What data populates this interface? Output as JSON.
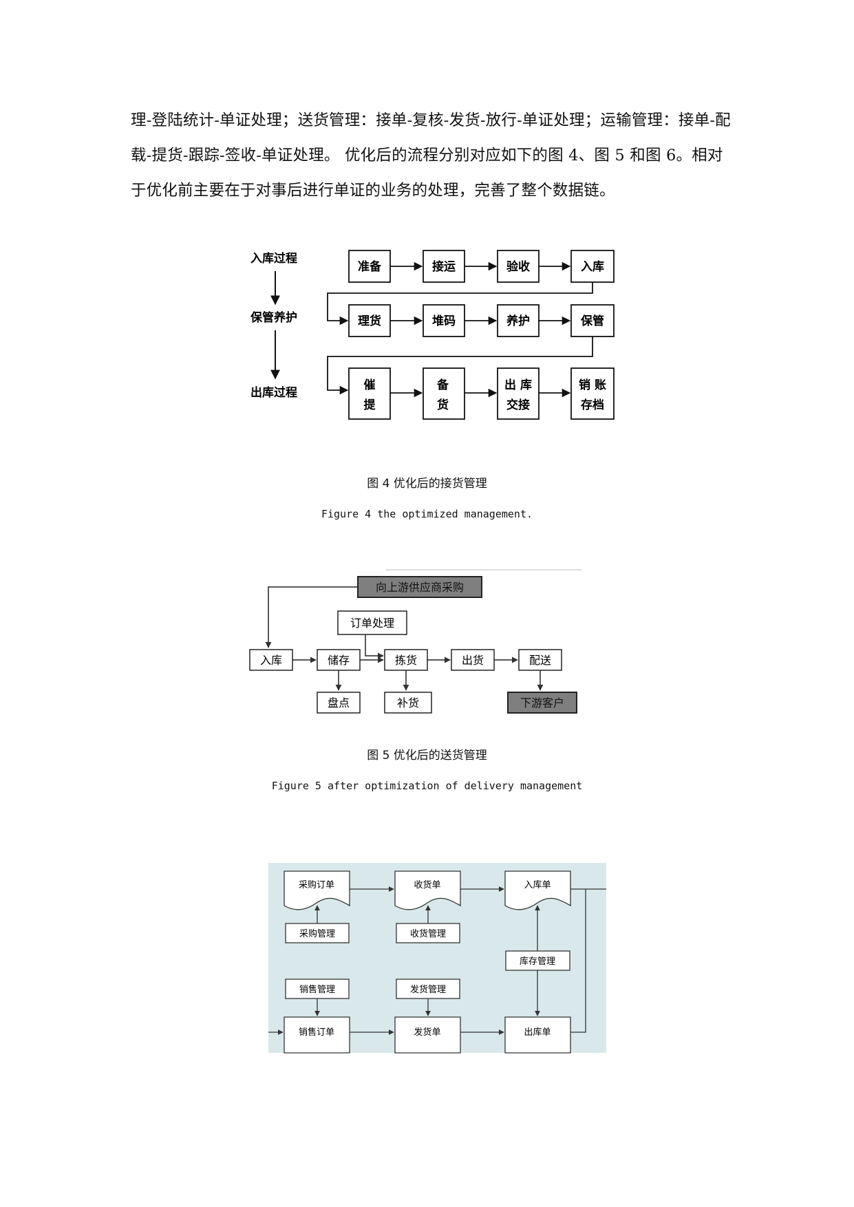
{
  "paragraph": {
    "text": "理-登陆统计-单证处理；送货管理：接单-复核-发货-放行-单证处理；运输管理：接单-配载-提货-跟踪-签收-单证处理。 优化后的流程分别对应如下的图 4、图 5 和图 6。相对于优化前主要在于对事后进行单证的业务的处理，完善了整个数据链。"
  },
  "figure4": {
    "stages": [
      "入库过程",
      "保管养护",
      "出库过程"
    ],
    "row1": [
      "准备",
      "接运",
      "验收",
      "入库"
    ],
    "row2": [
      "理货",
      "堆码",
      "养护",
      "保管"
    ],
    "row3": [
      [
        "催",
        "提"
      ],
      [
        "备",
        "货"
      ],
      [
        "出 库",
        "交接"
      ],
      [
        "销 账",
        "存档"
      ]
    ],
    "caption_cn": "图 4 优化后的接货管理",
    "caption_en": "Figure 4 the optimized management."
  },
  "figure5": {
    "supplier": "向上游供应商采购",
    "order": "订单处理",
    "main": [
      "入库",
      "储存",
      "拣货",
      "出货",
      "配送"
    ],
    "inventory": "盘点",
    "replenish": "补货",
    "customer": "下游客户",
    "caption_cn": "图 5 优化后的送货管理",
    "caption_en": "Figure 5 after optimization of delivery management"
  },
  "figure6": {
    "doc_top": [
      "采购订单",
      "收货单",
      "入库单"
    ],
    "mgmt_top": [
      "采购管理",
      "收货管理"
    ],
    "stock_mgmt": "库存管理",
    "mgmt_bottom": [
      "销售管理",
      "发货管理"
    ],
    "doc_bottom": [
      "销售订单",
      "发货单",
      "出库单"
    ],
    "colors": {
      "background": "#d9e8ea"
    }
  }
}
